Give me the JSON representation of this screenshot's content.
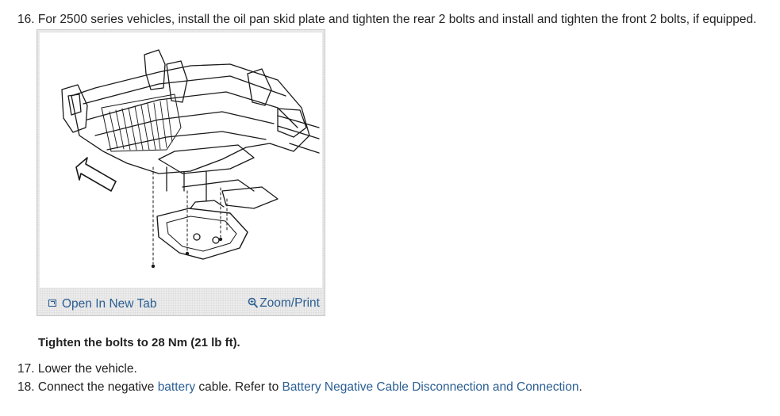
{
  "steps": {
    "step16": {
      "number": "16.",
      "text": "For 2500 series vehicles, install the oil pan skid plate and tighten the rear 2 bolts and install and tighten the front 2 bolts, if equipped."
    },
    "step17": {
      "number": "17.",
      "text": "Lower the vehicle."
    },
    "step18": {
      "number": "18.",
      "text_before": "Connect the negative",
      "link_battery": "battery",
      "text_middle": "cable. Refer to",
      "link_procedure": "Battery Negative Cable Disconnection and Connection",
      "text_after": "."
    }
  },
  "figure": {
    "open_new_tab_label": "Open In New Tab",
    "zoom_print_label": "Zoom/Print",
    "open_new_tab_icon": "external-window-icon",
    "zoom_icon": "magnifier-icon"
  },
  "torque_spec": "Tighten the bolts to 28 Nm (21 lb ft).",
  "colors": {
    "link": "#2b5f93",
    "text": "#222222",
    "figure_frame": "#ececec"
  }
}
